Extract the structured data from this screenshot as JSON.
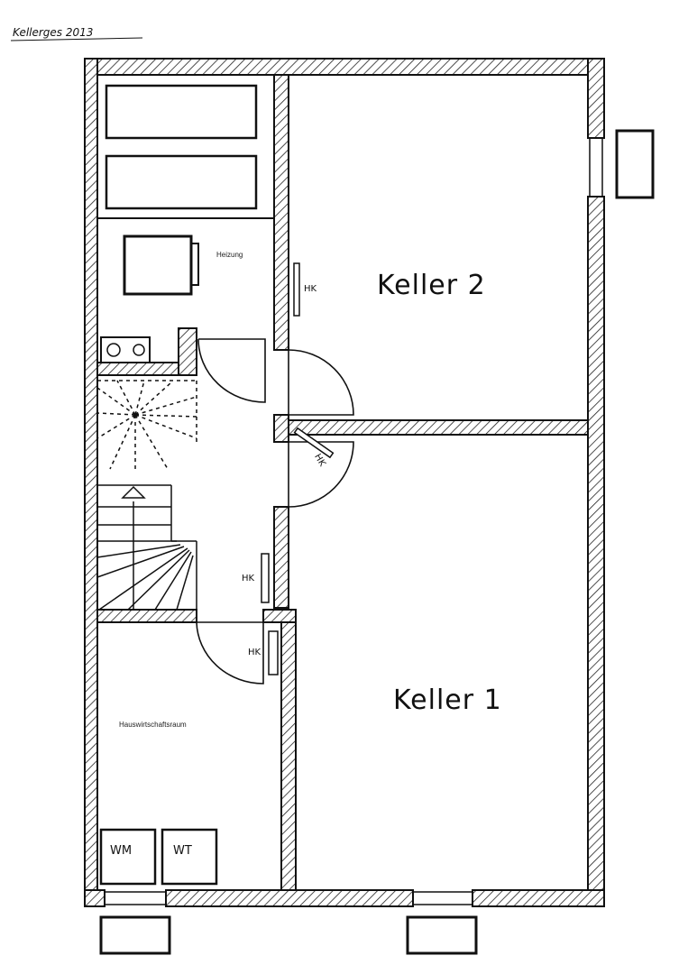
{
  "title": "Kellerges 2013",
  "rooms": {
    "keller1": "Keller 1",
    "keller2": "Keller 2",
    "heizung": "Heizung",
    "hwr": "Hauswirtschaftsraum"
  },
  "fixtures": {
    "wm": "WM",
    "wt": "WT"
  },
  "radiators": {
    "hk_keller2": "HK",
    "hk_keller1_top": "HK",
    "hk_hall": "HK",
    "hk_hwr": "HK"
  }
}
